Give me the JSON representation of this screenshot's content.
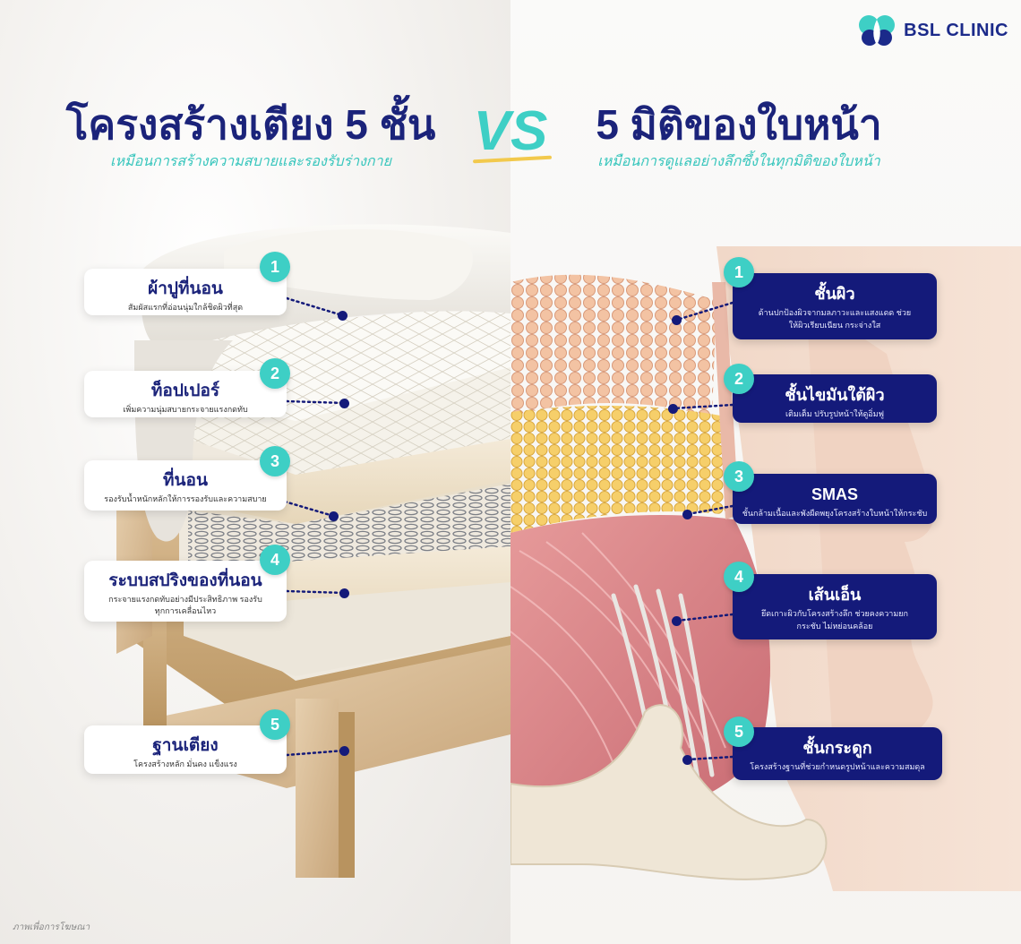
{
  "brand": {
    "name": "BSL CLINIC"
  },
  "left": {
    "title": "โครงสร้างเตียง 5 ชั้น",
    "subtitle": "เหมือนการสร้างความสบายและรองรับร่างกาย",
    "items": [
      {
        "num": "1",
        "title": "ผ้าปูที่นอน",
        "desc": "สัมผัสแรกที่อ่อนนุ่มใกล้ชิดผิวที่สุด"
      },
      {
        "num": "2",
        "title": "ท็อปเปอร์",
        "desc": "เพิ่มความนุ่มสบายกระจายแรงกดทับ"
      },
      {
        "num": "3",
        "title": "ที่นอน",
        "desc": "รองรับน้ำหนักหลักให้การรองรับและความสบาย"
      },
      {
        "num": "4",
        "title": "ระบบสปริงของที่นอน",
        "desc": "กระจายแรงกดทับอย่างมีประสิทธิภาพ รองรับทุกการเคลื่อนไหว"
      },
      {
        "num": "5",
        "title": "ฐานเตียง",
        "desc": "โครงสร้างหลัก มั่นคง แข็งแรง"
      }
    ]
  },
  "vs_label": "VS",
  "right": {
    "title": "5 มิติของใบหน้า",
    "subtitle": "เหมือนการดูแลอย่างลึกซึ้งในทุกมิติของใบหน้า",
    "items": [
      {
        "num": "1",
        "title": "ชั้นผิว",
        "desc": "ด้านปกป้องผิวจากมลภาวะและแสงแดด ช่วยให้ผิวเรียบเนียน กระจ่างใส"
      },
      {
        "num": "2",
        "title": "ชั้นไขมันใต้ผิว",
        "desc": "เติมเต็ม ปรับรูปหน้าให้ดูอิ่มฟู"
      },
      {
        "num": "3",
        "title": "SMAS",
        "desc": "ชั้นกล้ามเนื้อและพังผืดพยุงโครงสร้างใบหน้าให้กระชับ"
      },
      {
        "num": "4",
        "title": "เส้นเอ็น",
        "desc": "ยึดเกาะผิวกับโครงสร้างลึก ช่วยคงความยกกระชับ ไม่หย่อนคล้อย"
      },
      {
        "num": "5",
        "title": "ชั้นกระดูก",
        "desc": "โครงสร้างฐานที่ช่วยกำหนดรูปหน้าและความสมดุล"
      }
    ]
  },
  "footnote": "ภาพเพื่อการโฆษณา",
  "colors": {
    "navy": "#141a7a",
    "teal": "#3ecfc5",
    "title_navy": "#1b237a",
    "accent_yellow": "#f2c94c"
  },
  "icons": {
    "logo": "butterfly-logo-icon"
  }
}
